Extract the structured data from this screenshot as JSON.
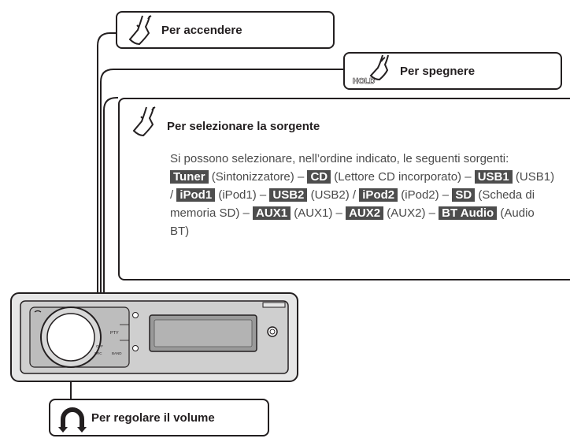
{
  "callouts": {
    "power_on": {
      "title": "Per accendere",
      "icon": "tap-finger-icon"
    },
    "power_off": {
      "title": "Per spegnere",
      "icon": "hold-finger-icon",
      "icon_text": "HOLD"
    },
    "source_select": {
      "title": "Per selezionare la sorgente",
      "icon": "tap-finger-icon",
      "intro": "Si possono selezionare, nell’ordine indicato, le seguenti sorgenti:",
      "sources": [
        {
          "tag": "Tuner",
          "desc": " (Sintonizzatore) – "
        },
        {
          "tag": "CD",
          "desc": " (Lettore CD incorporato) – "
        },
        {
          "tag": "USB1",
          "desc": " (USB1) / "
        },
        {
          "tag": "iPod1",
          "desc": " (iPod1) – "
        },
        {
          "tag": "USB2",
          "desc": " (USB2) / "
        },
        {
          "tag": "iPod2",
          "desc": " (iPod2) – "
        },
        {
          "tag": "SD",
          "desc": " (Scheda di memoria SD) – "
        },
        {
          "tag": "AUX1",
          "desc": " (AUX1) – "
        },
        {
          "tag": "AUX2",
          "desc": " (AUX2) – "
        },
        {
          "tag": "BT Audio",
          "desc": " (Audio BT)"
        }
      ]
    },
    "volume": {
      "title": "Per regolare il volume",
      "icon": "rotate-knob-icon"
    }
  },
  "device": {
    "buttons": {
      "pty": "PTY",
      "src": "SRC",
      "band": "BAND",
      "off": "OFF"
    }
  },
  "colors": {
    "line": "#231f20",
    "tag_bg": "#4d4d4d",
    "device_face": "#cfcfcf",
    "display": "#9a9a9a"
  }
}
